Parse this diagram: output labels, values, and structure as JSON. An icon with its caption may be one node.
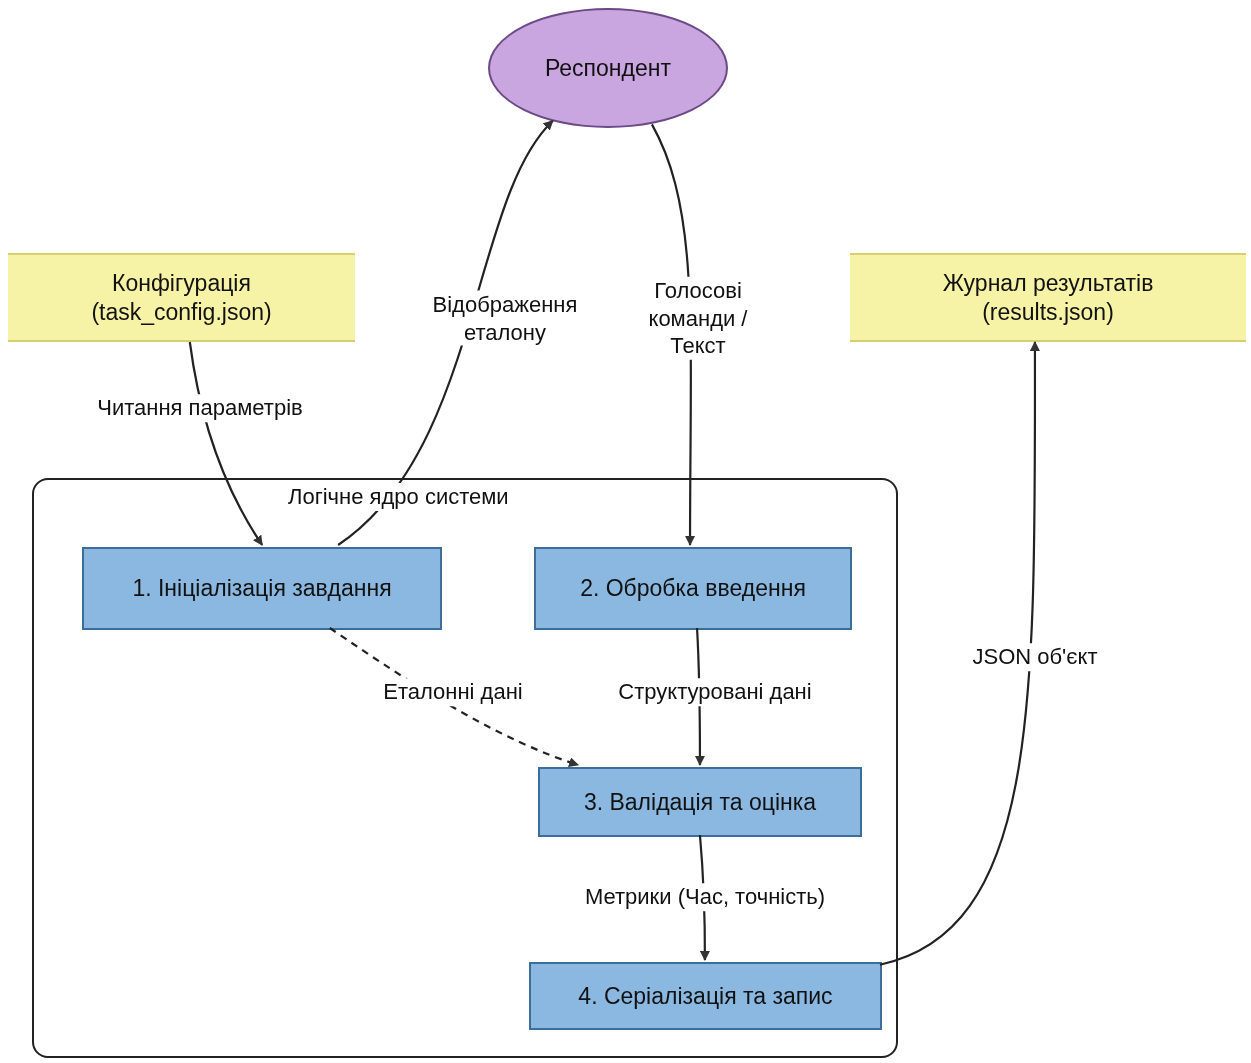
{
  "diagram": {
    "nodes": [
      {
        "text": [
          "Респондент"
        ]
      },
      {
        "text": [
          "Конфігурація (task_config.json)"
        ]
      },
      {
        "text": [
          "Журнал результатів (results.json)"
        ]
      },
      {
        "text": [
          "Логічне ядро системи"
        ]
      },
      {
        "text": [
          "1. Ініціалізація завдання"
        ],
        "in": 3
      },
      {
        "text": [
          "2. Обробка введення"
        ],
        "in": 3
      },
      {
        "text": [
          "3. Валідація та оцінка"
        ],
        "in": 3
      },
      {
        "text": [
          "4. Серіалізація та запис"
        ],
        "in": 3
      }
    ],
    "edges": [
      {
        "from": 1,
        "to": 4,
        "arrow": "to",
        "label": "Читання параметрів"
      },
      {
        "from": 4,
        "to": 0,
        "arrow": "to",
        "label": "Відображення еталону"
      },
      {
        "from": 0,
        "to": 5,
        "arrow": "to",
        "label": "Голосові команди / Текст"
      },
      {
        "from": 4,
        "to": 6,
        "arrow": "to",
        "label": "Еталонні дані",
        "style": "dashed"
      },
      {
        "from": 5,
        "to": 6,
        "arrow": "to",
        "label": "Структуровані дані"
      },
      {
        "from": 6,
        "to": 7,
        "arrow": "to",
        "label": "Метрики (Час, точність)"
      },
      {
        "from": 7,
        "to": 2,
        "arrow": "to",
        "label": "JSON об'єкт"
      }
    ]
  }
}
